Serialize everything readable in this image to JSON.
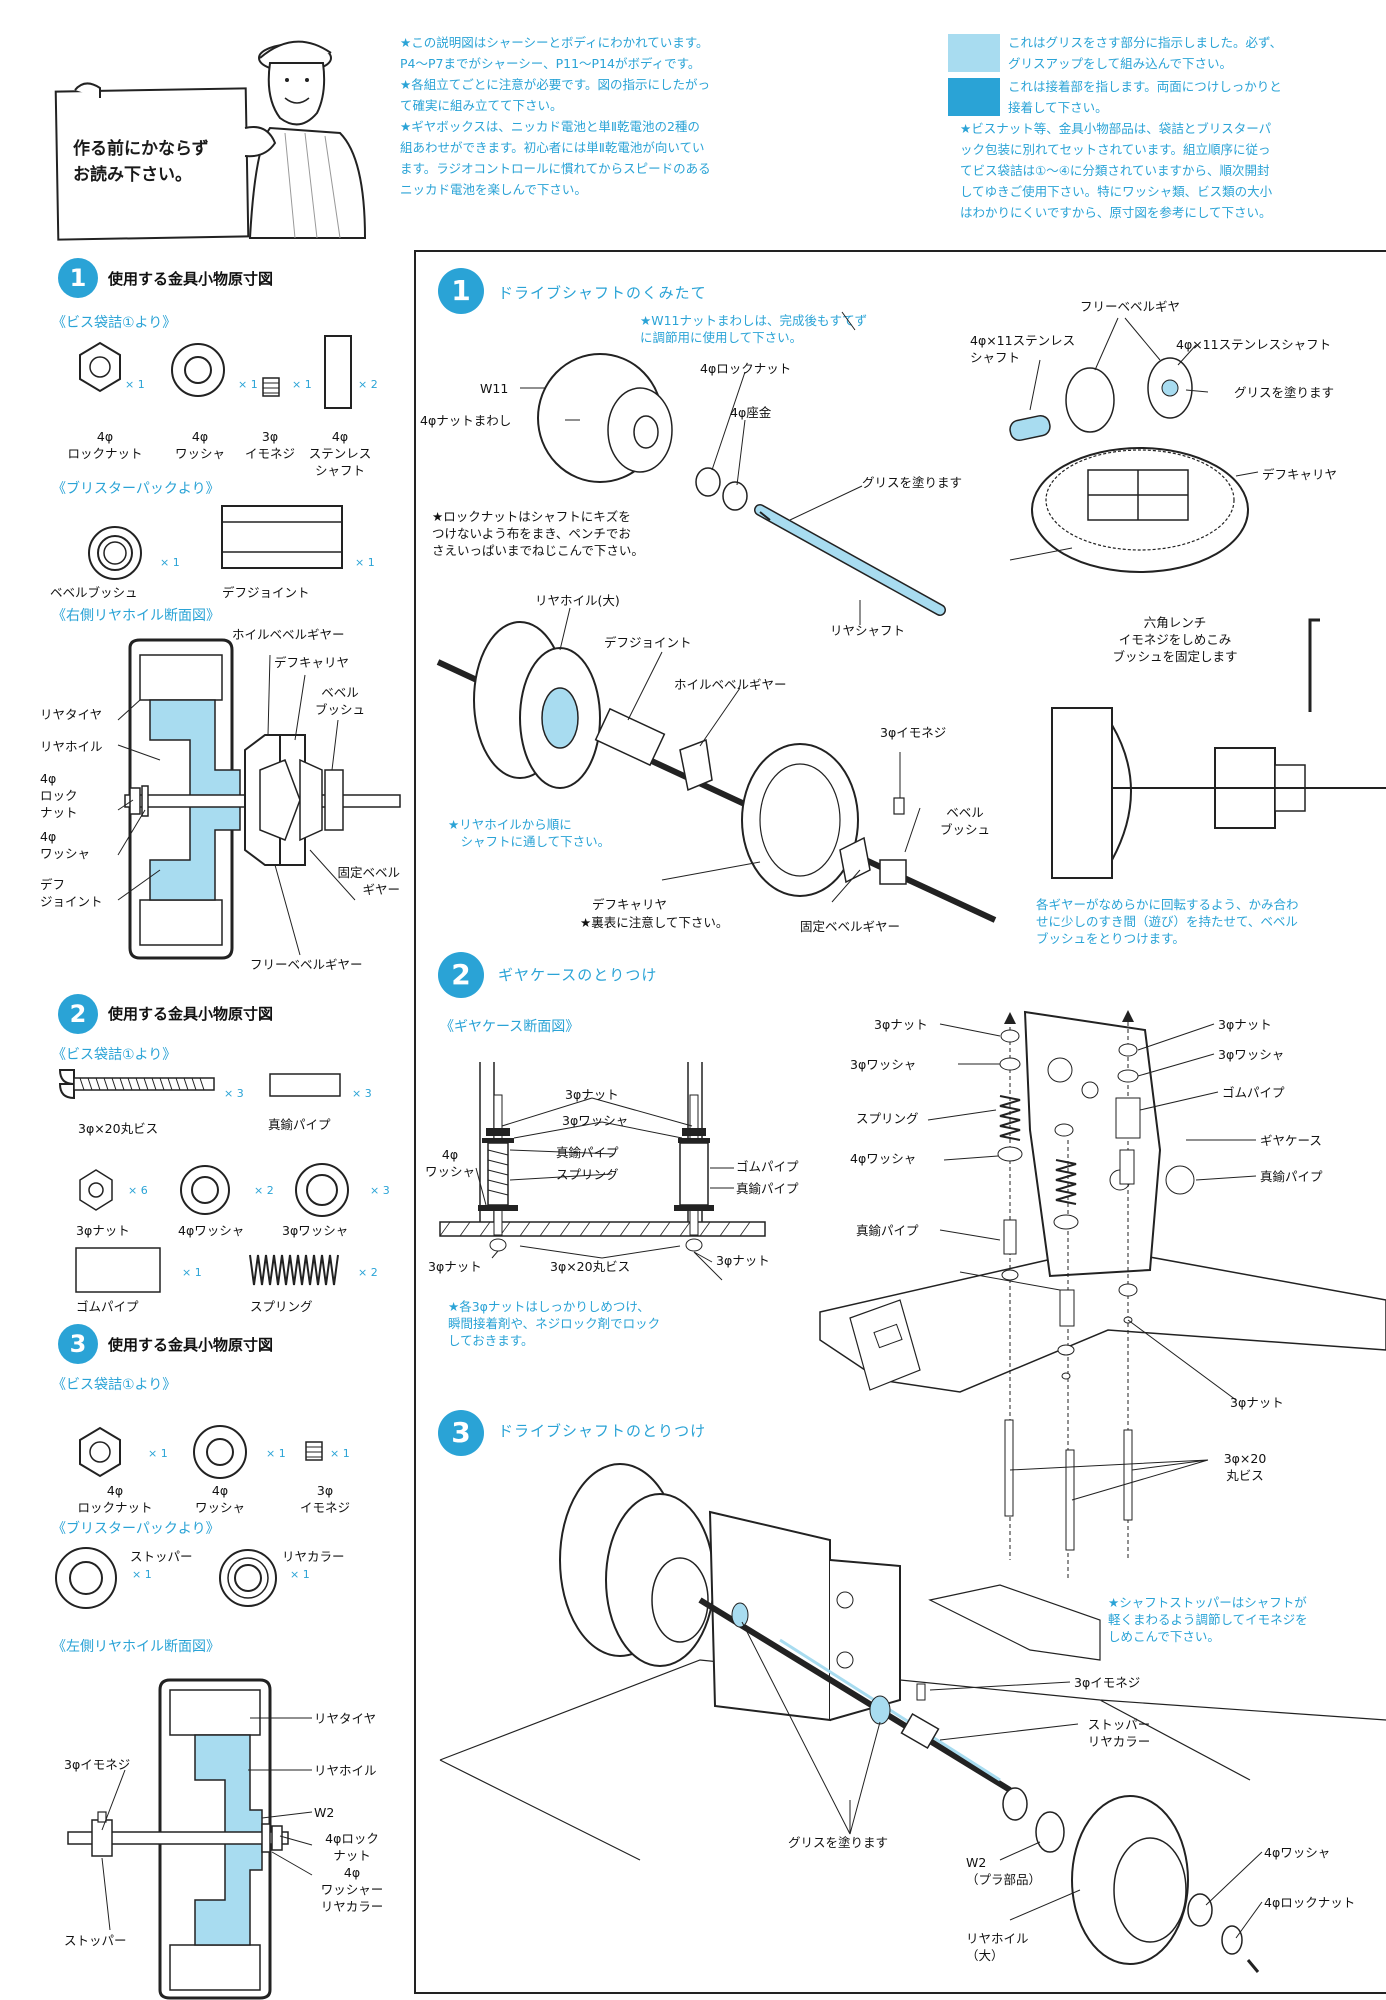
{
  "intro": {
    "sign_text": [
      "作る前にかならず",
      "お読み下さい。"
    ],
    "notes_left": [
      "★この説明図はシャーシーとボディにわかれています。",
      "P4～P7までがシャーシー、P11～P14がボディです。",
      "★各組立てごとに注意が必要です。図の指示にしたがっ",
      "て確実に組み立てて下さい。",
      "★ギヤボックスは、ニッカド電池と単Ⅱ乾電池の2種の",
      "組あわせができます。初心者には単Ⅱ乾電池が向いてい",
      "ます。ラジオコントロールに慣れてからスピードのある",
      "ニッカド電池を楽しんで下さい。"
    ],
    "legend_grease": [
      "これはグリスをさす部分に指示しました。必ず、",
      "グリスアップをして組み込んで下さい。"
    ],
    "legend_glue": [
      "これは接着部を指します。両面につけしっかりと",
      "接着して下さい。"
    ],
    "notes_right": [
      "★ビスナット等、金具小物部品は、袋詰とブリスターパ",
      "ック包装に別れてセットされています。組立順序に従っ",
      "てビス袋詰は①～④に分類されていますから、順次開封",
      "してゆきご使用下さい。特にワッシャ類、ビス類の大小",
      "はわかりにくいですから、原寸図を参考にして下さい。"
    ],
    "grease_color": "#a8dcf0",
    "glue_color": "#2aa3d6"
  },
  "left": {
    "p1": {
      "num": "1",
      "title": "使用する金具小物原寸図",
      "bag": "《ビス袋詰①より》",
      "items": [
        {
          "label": "4φ\nロックナット",
          "qty": "× 1"
        },
        {
          "label": "4φ\nワッシャ",
          "qty": "× 1"
        },
        {
          "label": "3φ\nイモネジ",
          "qty": "× 1"
        },
        {
          "label": "4φ\nステンレス\nシャフト",
          "qty": "× 2"
        }
      ],
      "blister": "《ブリスターパックより》",
      "blister_items": [
        {
          "label": "ベベルブッシュ",
          "qty": "× 1"
        },
        {
          "label": "デフジョイント",
          "qty": "× 1"
        }
      ],
      "section_title": "《右側リヤホイル断面図》",
      "section_labels": {
        "hoil_bevel": "ホイルベベルギヤー",
        "def_carrier": "デフキャリヤ",
        "bevel_bush": "ベベル\nブッシュ",
        "rear_tire": "リヤタイヤ",
        "rear_wheel": "リヤホイル",
        "lock_nut": "4φ\nロック\nナット",
        "washer": "4φ\nワッシャ",
        "def_joint": "デフ\nジョイント",
        "fixed_bevel": "固定ベベル\nギヤー",
        "free_bevel": "フリーベベルギヤー"
      }
    },
    "p2": {
      "num": "2",
      "title": "使用する金具小物原寸図",
      "bag": "《ビス袋詰①より》",
      "items": [
        {
          "label": "3φ×20丸ビス",
          "qty": "× 3"
        },
        {
          "label": "真鍮パイプ",
          "qty": "× 3"
        },
        {
          "label": "3φナット",
          "qty": "× 6"
        },
        {
          "label": "4φワッシャ",
          "qty": "× 2"
        },
        {
          "label": "3φワッシャ",
          "qty": "× 3"
        },
        {
          "label": "ゴムパイプ",
          "qty": "× 1"
        },
        {
          "label": "スプリング",
          "qty": "× 2"
        }
      ]
    },
    "p3": {
      "num": "3",
      "title": "使用する金具小物原寸図",
      "bag": "《ビス袋詰①より》",
      "items": [
        {
          "label": "4φ\nロックナット",
          "qty": "× 1"
        },
        {
          "label": "4φ\nワッシャ",
          "qty": "× 1"
        },
        {
          "label": "3φ\nイモネジ",
          "qty": "× 1"
        }
      ],
      "blister": "《ブリスターパックより》",
      "blister_items": [
        {
          "label": "ストッパー",
          "qty": "× 1"
        },
        {
          "label": "リヤカラー",
          "qty": "× 1"
        }
      ],
      "section_title": "《左側リヤホイル断面図》",
      "section_labels": {
        "rear_tire": "リヤタイヤ",
        "imo": "3φイモネジ",
        "rear_wheel": "リヤホイル",
        "w2": "W2",
        "lock_nut": "4φロック\nナット",
        "washer_collar": "4φ\nワッシャー\nリヤカラー",
        "stopper": "ストッパー"
      }
    }
  },
  "right": {
    "s1": {
      "num": "1",
      "title": "ドライブシャフトのくみたて",
      "w11_note": "★W11ナットまわしは、完成後もすてず\nに調節用に使用して下さい。",
      "free_bevel": "フリーベベルギヤ",
      "shaft_a": "4φ×11ステンレス\nシャフト",
      "shaft_b": "4φ×11ステンレスシャフト",
      "w11": "W11",
      "nut_wrench": "4φナットまわし",
      "lock_nut": "4φロックナット",
      "washer": "4φ座金",
      "grease_a": "グリスを塗ります",
      "grease_b": "グリスを塗ります",
      "def_carrier_a": "デフキャリヤ",
      "locknut_note": "★ロックナットはシャフトにキズを\nつけないよう布をまき、ペンチでお\nさえいっぱいまでねじこんで下さい。",
      "rear_shaft": "リヤシャフト",
      "rear_wheel_big": "リヤホイル(大)",
      "def_joint": "デフジョイント",
      "hoil_bevel": "ホイルベベルギヤー",
      "hex_note": "六角レンチ\nイモネジをしめこみ\nブッシュを固定します",
      "imo": "3φイモネジ",
      "bevel_bush": "ベベル\nブッシュ",
      "order_note": "★リヤホイルから順に\n　シャフトに通して下さい。",
      "def_carrier_b": "デフキャリヤ",
      "side_note": "★裏表に注意して下さい。",
      "fixed_bevel": "固定ベベルギヤー",
      "gap_note": "各ギヤーがなめらかに回転するよう、かみ合わ\nせに少しのすき間（遊び）を持たせて、ベベル\nブッシュをとりつけます。"
    },
    "s2": {
      "num": "2",
      "title": "ギヤケースのとりつけ",
      "section_title": "《ギヤケース断面図》",
      "cs": {
        "nut": "3φナット",
        "washer3": "3φワッシャ",
        "washer4": "4φ\nワッシャ",
        "brass": "真鍮パイプ",
        "spring": "スプリング",
        "rubber": "ゴムパイプ",
        "brass2": "真鍮パイプ",
        "nut_b1": "3φナット",
        "screw": "3φ×20丸ビス",
        "nut_b2": "3φナット"
      },
      "nut_note": "★各3φナットはしっかりしめつけ、\n瞬間接着剤や、ネジロック剤でロック\nしておきます。",
      "ex": {
        "nut_l": "3φナット",
        "washer_l": "3φワッシャ",
        "spring": "スプリング",
        "washer4": "4φワッシャ",
        "brass_l": "真鍮パイプ",
        "nut_r": "3φナット",
        "washer_r": "3φワッシャ",
        "rubber": "ゴムパイプ",
        "gearcase": "ギヤケース",
        "brass_r": "真鍮パイプ",
        "nut_bottom": "3φナット",
        "screw": "3φ×20\n丸ビス"
      }
    },
    "s3": {
      "num": "3",
      "title": "ドライブシャフトのとりつけ",
      "stopper_note": "★シャフトストッパーはシャフトが\n軽くまわるよう調節してイモネジを\nしめこんで下さい。",
      "imo": "3φイモネジ",
      "stopper_collar": "ストッパー\nリヤカラー",
      "grease": "グリスを塗ります",
      "w2": "W2\n（プラ部品）",
      "rear_wheel": "リヤホイル\n（大）",
      "washer": "4φワッシャ",
      "lock_nut": "4φロックナット"
    }
  }
}
